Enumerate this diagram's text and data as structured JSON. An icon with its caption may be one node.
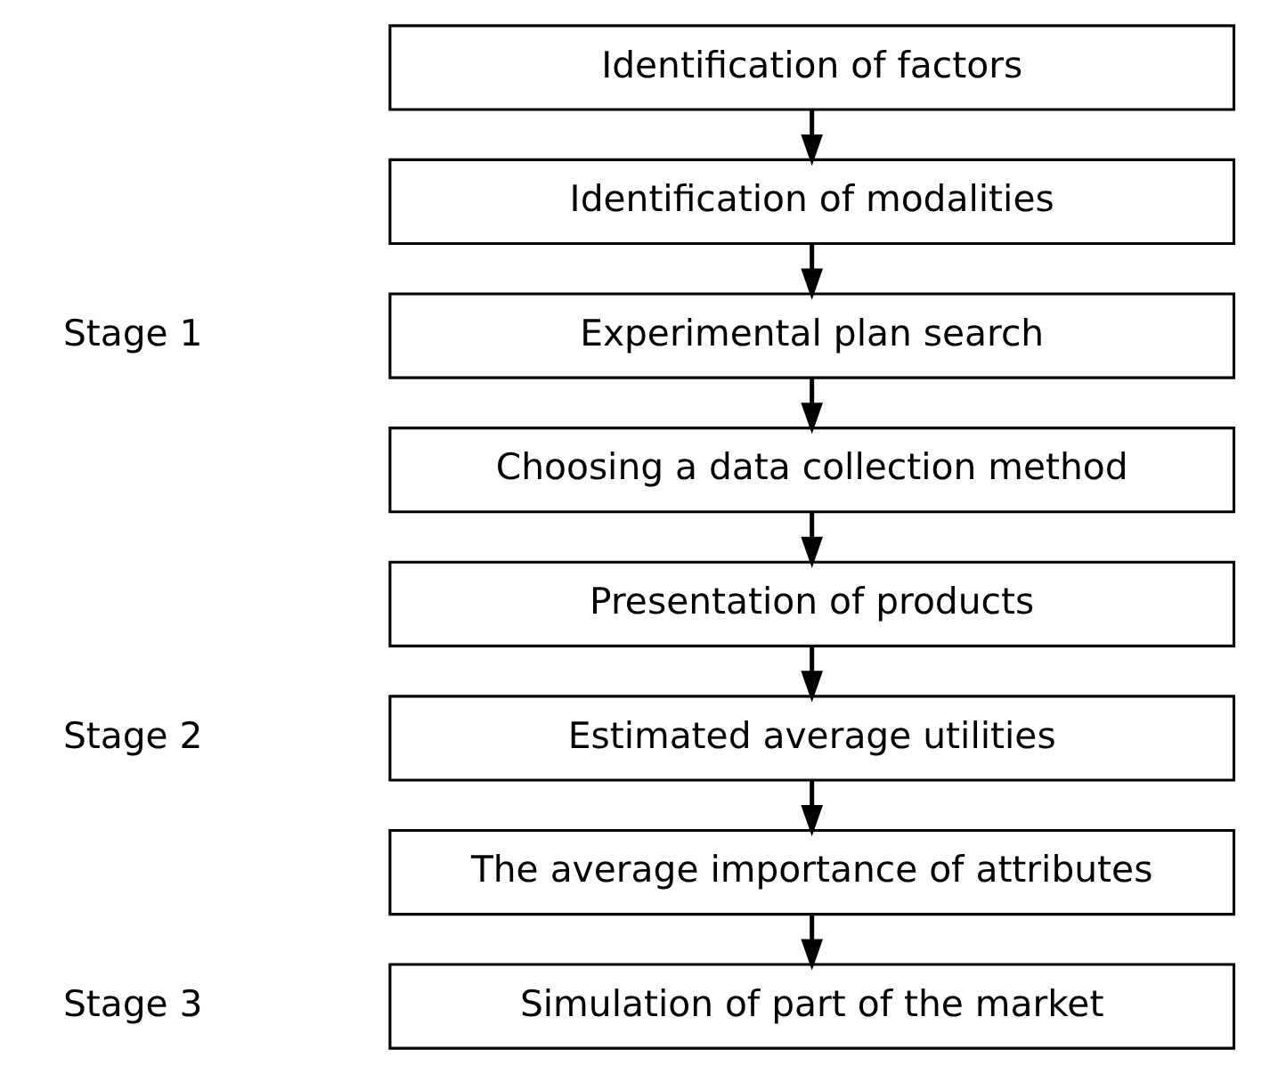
{
  "diagram": {
    "nodes": [
      {
        "text": [
          "Identification of factors"
        ]
      },
      {
        "text": [
          "Identification of modalities"
        ]
      },
      {
        "text": [
          "Experimental plan search"
        ]
      },
      {
        "text": [
          "Choosing a data collection method"
        ]
      },
      {
        "text": [
          "Presentation of products"
        ]
      },
      {
        "text": [
          "Estimated average utilities"
        ]
      },
      {
        "text": [
          "The average importance of attributes"
        ]
      },
      {
        "text": [
          "Simulation of part of the market"
        ]
      }
    ],
    "edges": [
      {
        "from": 0,
        "to": 1,
        "arrow": "to"
      },
      {
        "from": 1,
        "to": 2,
        "arrow": "to"
      },
      {
        "from": 2,
        "to": 3,
        "arrow": "to"
      },
      {
        "from": 3,
        "to": 4,
        "arrow": "to"
      },
      {
        "from": 4,
        "to": 5,
        "arrow": "to"
      },
      {
        "from": 5,
        "to": 6,
        "arrow": "to"
      },
      {
        "from": 6,
        "to": 7,
        "arrow": "to"
      }
    ],
    "labels": [
      "Stage 1",
      "Stage 2",
      "Stage 3"
    ]
  }
}
